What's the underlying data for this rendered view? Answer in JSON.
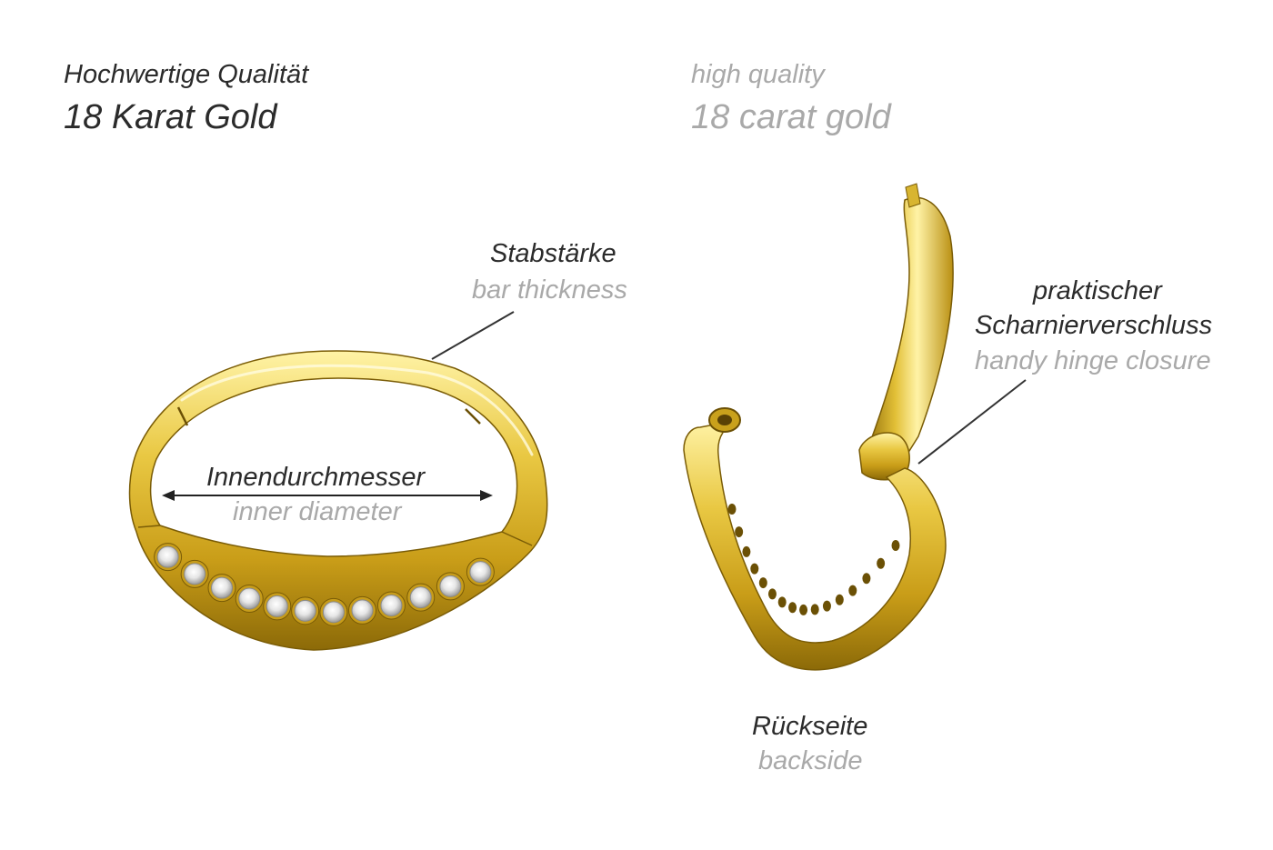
{
  "header": {
    "quality_de": "Hochwertige Qualität",
    "gold_de": "18 Karat Gold",
    "quality_en": "high quality",
    "gold_en": "18 carat gold"
  },
  "labels": {
    "bar_thickness_de": "Stabstärke",
    "bar_thickness_en": "bar thickness",
    "inner_diameter_de": "Innendurchmesser",
    "inner_diameter_en": "inner diameter",
    "hinge_de_line1": "praktischer",
    "hinge_de_line2": "Scharnierverschluss",
    "hinge_en": "handy hinge closure",
    "backside_de": "Rückseite",
    "backside_en": "backside"
  },
  "colors": {
    "text_primary": "#2b2b2b",
    "text_secondary": "#a9a9a9",
    "gold_light": "#fff3a6",
    "gold_mid": "#e2bf36",
    "gold_dark": "#8c6a08",
    "leader_line": "#333333"
  },
  "icons": {
    "front_view": "marquise-hinged-ring-with-crystals",
    "side_view": "open-hinged-ring-backside",
    "crystal": "round-cubic-zirconia-stone"
  },
  "crystal_count": 12
}
